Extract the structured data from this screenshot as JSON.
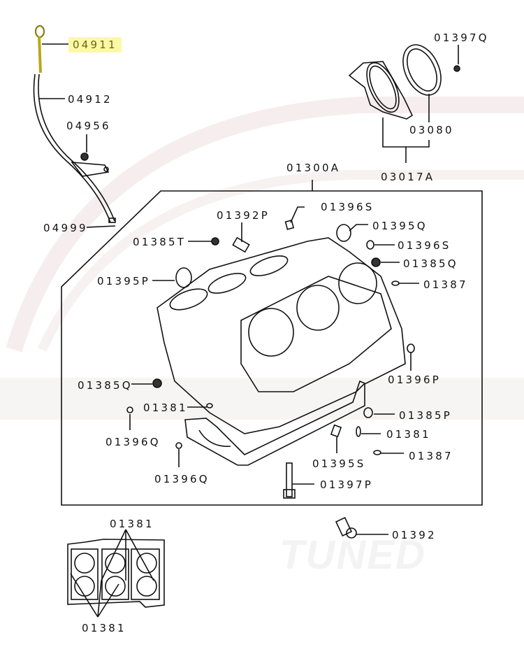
{
  "diagram": {
    "title": "Cylinder block exploded view",
    "highlight_color": "#fdf8a6",
    "highlighted_part": "04911",
    "watermark": "TUNED",
    "callouts": {
      "dipstick": "04911",
      "dipstick_tube": "04912",
      "tube_bolt": "04956",
      "tube_oring": "04999",
      "rear_seal_bolt": "01397Q",
      "rear_oil_seal": "03080",
      "rear_seal_case": "03017A",
      "cylinder_block_assy": "01300A",
      "plug_01396S_top": "01396S",
      "plug_01392P": "01392P",
      "plug_01385T": "01385T",
      "plug_01395Q": "01395Q",
      "plug_01396S_right": "01396S",
      "plug_01385Q_right": "01385Q",
      "plug_01395P": "01395P",
      "pin_01387_top": "01387",
      "plug_01385Q_left": "01385Q",
      "plug_01396P": "01396P",
      "pin_01381_left": "01381",
      "plug_01385P": "01385P",
      "plug_01396Q_a": "01396Q",
      "pin_01381_right": "01381",
      "pin_01387_bottom": "01387",
      "plug_01396Q_b": "01396Q",
      "plug_01395S": "01395S",
      "bolt_01397P": "01397P",
      "sensor_01392": "01392",
      "inset_01381_top": "01381",
      "inset_01381_bottom": "01381"
    }
  }
}
